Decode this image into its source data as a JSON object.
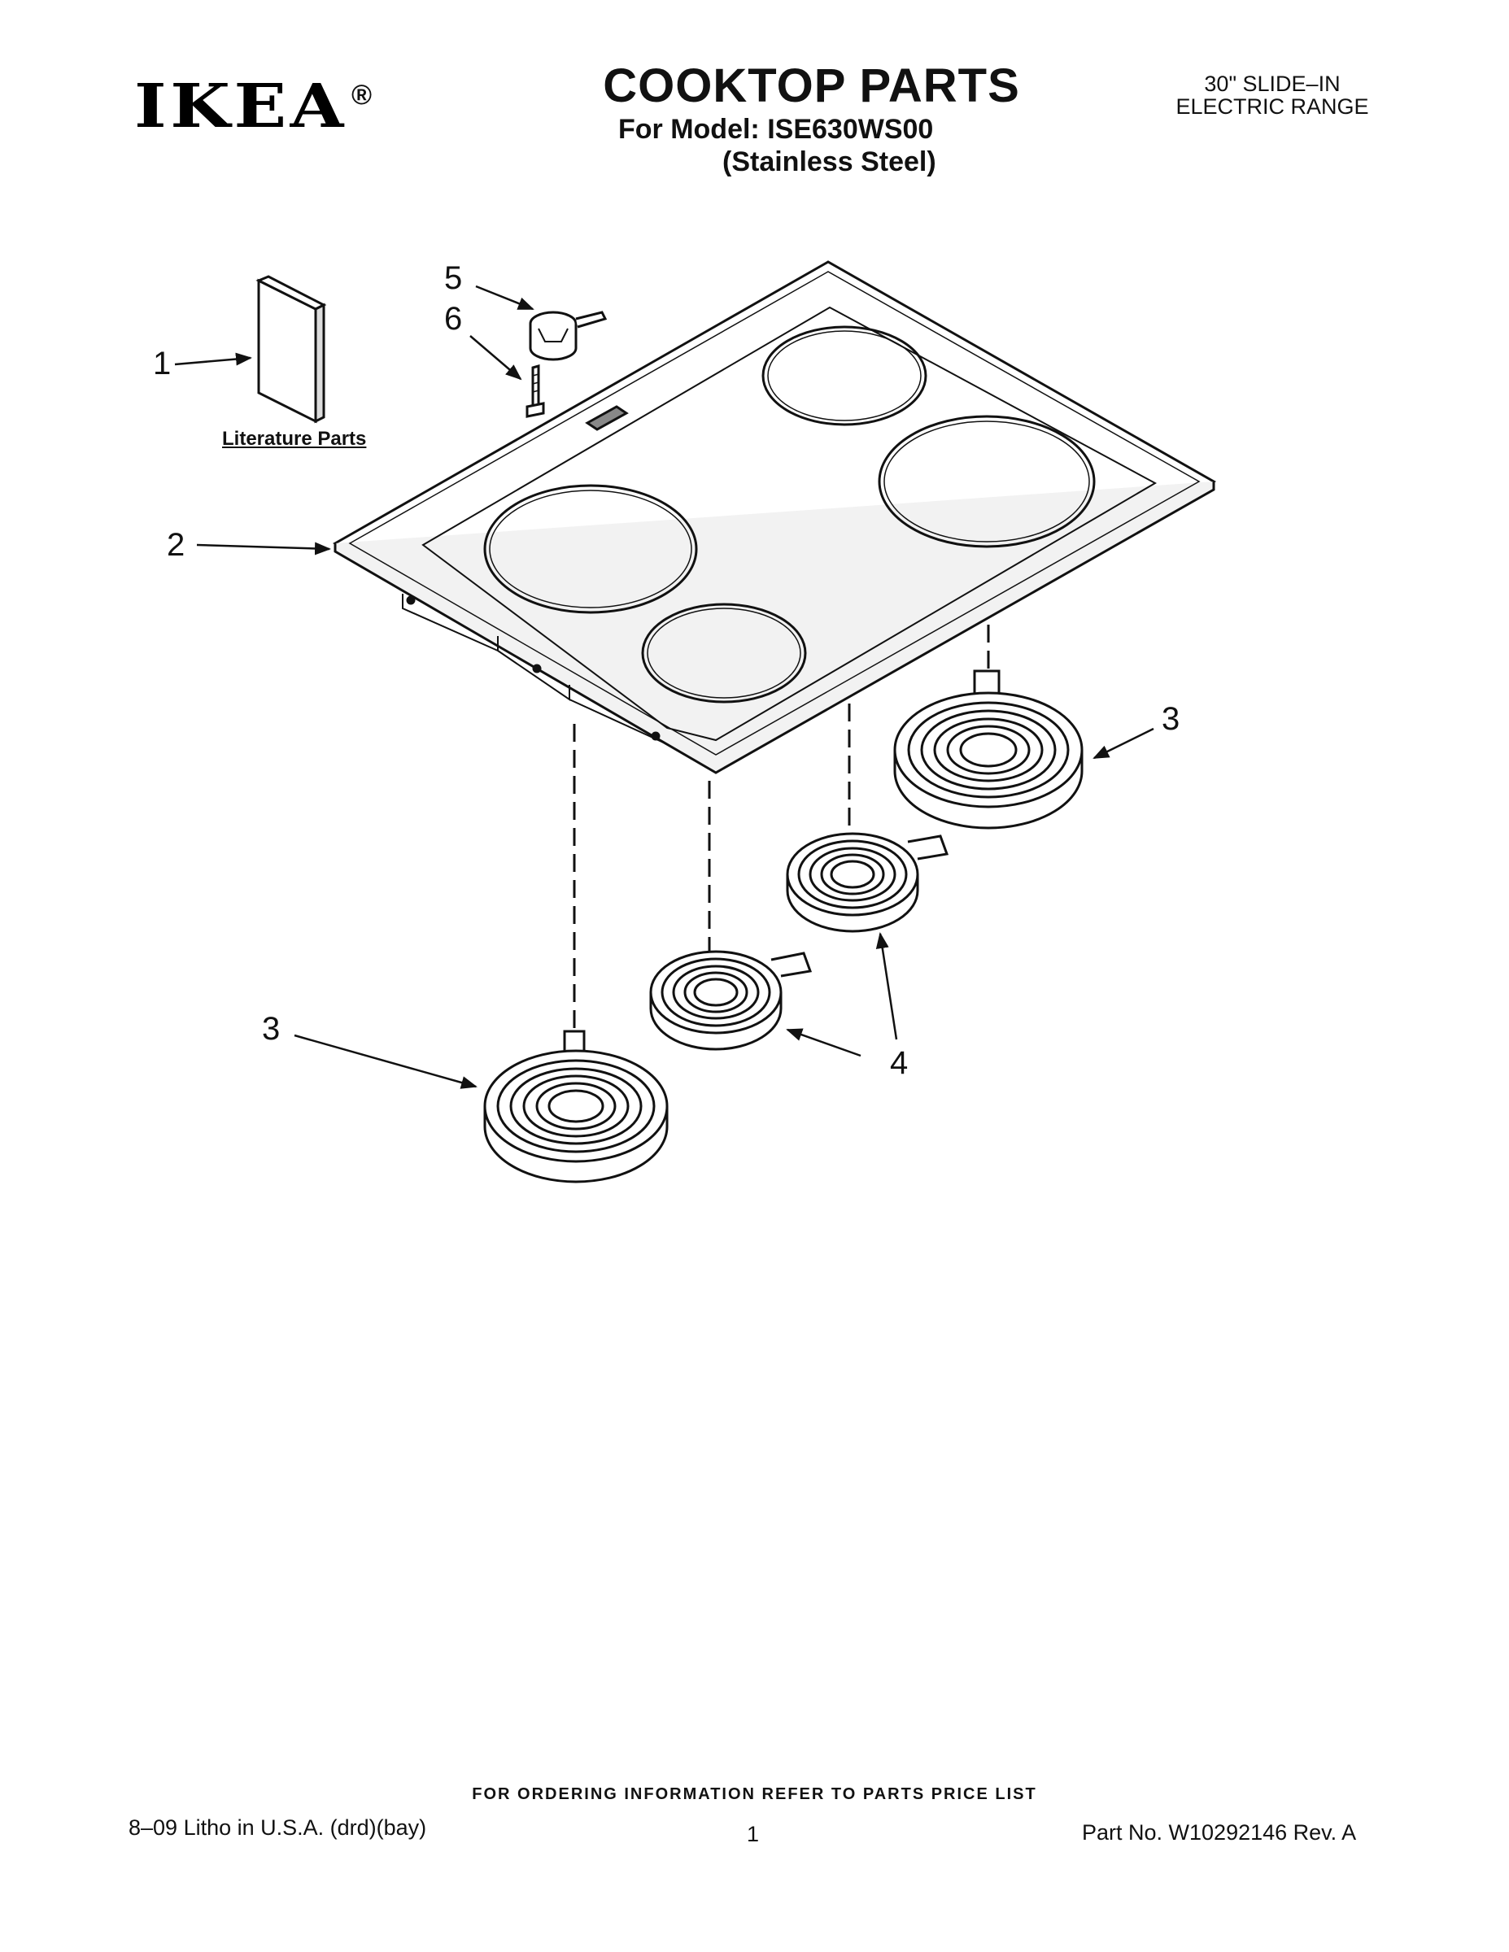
{
  "header": {
    "brand_logo": "IKEA",
    "registered_mark": "®",
    "title": "COOKTOP PARTS",
    "model_line": "For Model: ISE630WS00",
    "finish": "(Stainless Steel)",
    "range_type_line1": "30\" SLIDE–IN",
    "range_type_line2": "ELECTRIC RANGE"
  },
  "diagram": {
    "literature_label": "Literature Parts",
    "callouts": [
      "1",
      "2",
      "3",
      "3",
      "4",
      "5",
      "6"
    ]
  },
  "footer": {
    "ordering_note": "FOR ORDERING INFORMATION REFER TO PARTS PRICE LIST",
    "litho": "8–09 Litho in U.S.A. (drd)(bay)",
    "page_number": "1",
    "part_number": "Part No. W10292146 Rev. A"
  }
}
